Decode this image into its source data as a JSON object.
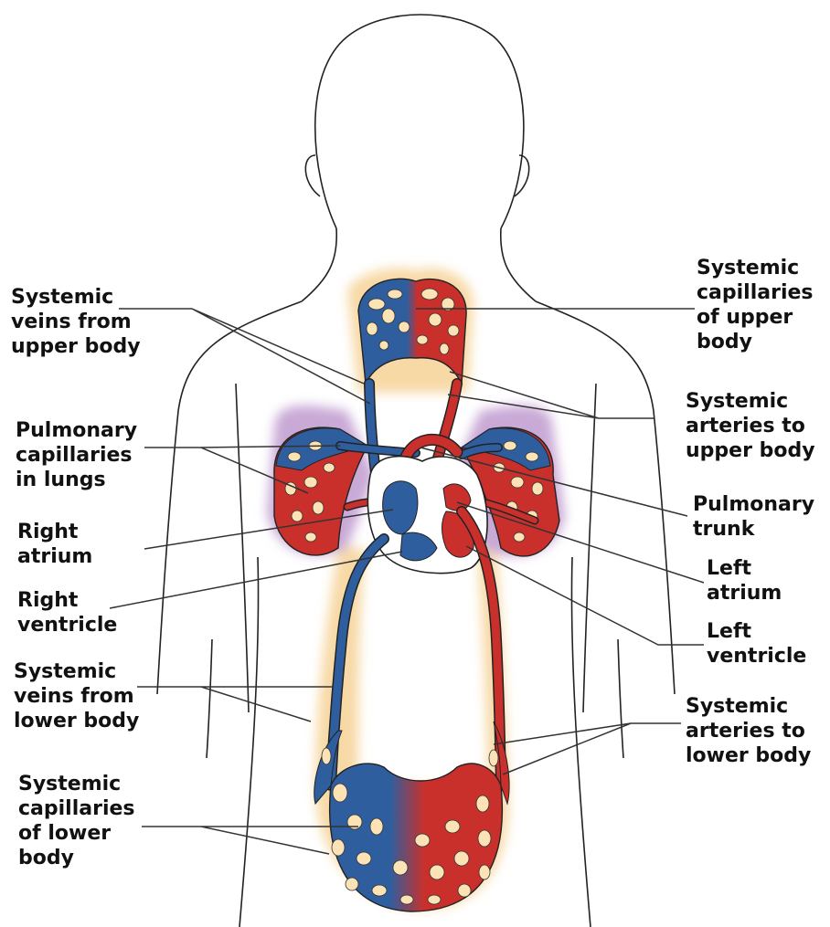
{
  "colors": {
    "outline": "#222222",
    "artery": "#c9302c",
    "vein": "#2f5e9e",
    "capillary_gap": "#fbe3b5",
    "glow_body": "#f7d9a6",
    "glow_lung": "#c9a9d6",
    "heart_fill": "#ffffff",
    "label_text": "#111111",
    "leader_line": "#333333"
  },
  "labels": {
    "systemic_veins_upper": "Systemic\nveins from\nupper body",
    "pulmonary_capillaries": "Pulmonary\ncapillaries\nin lungs",
    "right_atrium": "Right\natrium",
    "right_ventricle": "Right\nventricle",
    "systemic_veins_lower": "Systemic\nveins from\nlower body",
    "systemic_capillaries_lower": "Systemic\ncapillaries\nof lower\nbody",
    "systemic_capillaries_upper": "Systemic\ncapillaries\nof upper\nbody",
    "systemic_arteries_upper": "Systemic\narteries to\nupper body",
    "pulmonary_trunk": "Pulmonary\ntrunk",
    "left_atrium": "Left\natrium",
    "left_ventricle": "Left\nventricle",
    "systemic_arteries_lower": "Systemic\narteries to\nlower body"
  }
}
